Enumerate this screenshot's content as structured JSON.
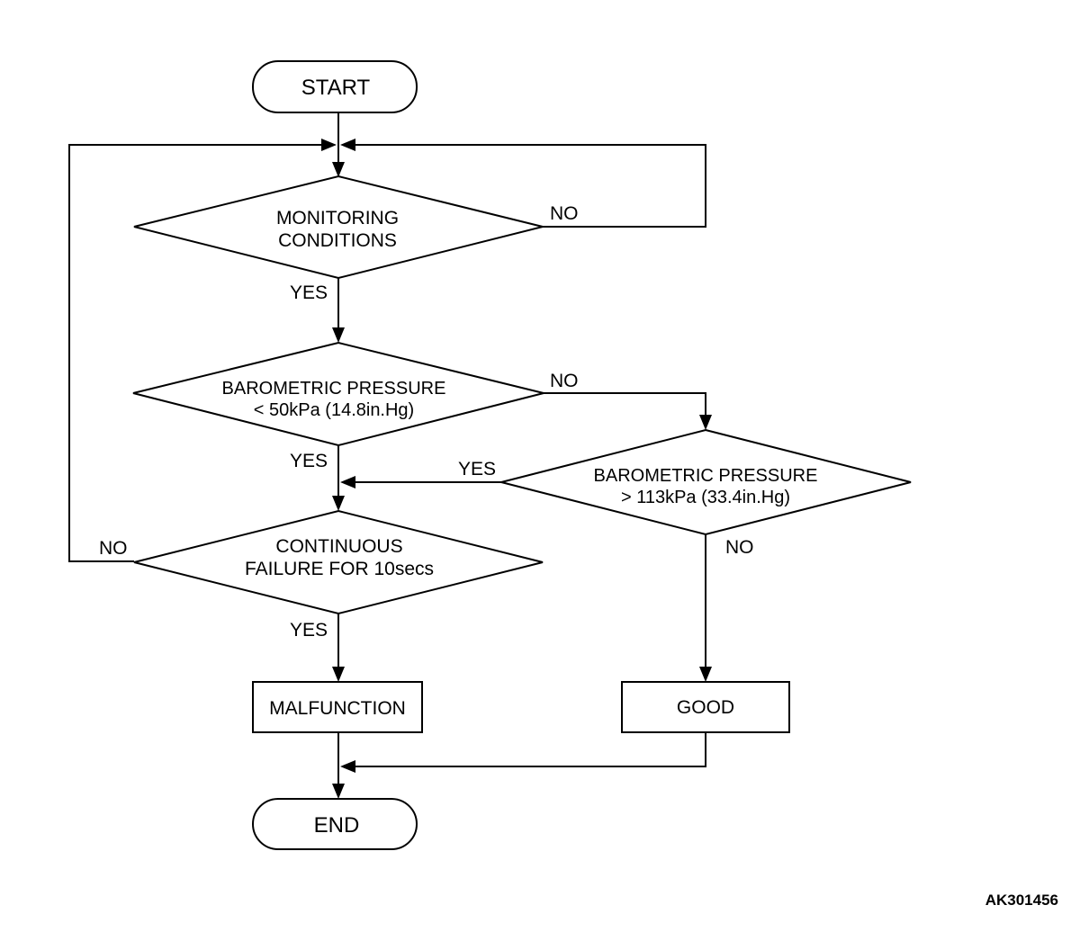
{
  "nodes": {
    "start": "START",
    "monitoring": [
      "MONITORING",
      "CONDITIONS"
    ],
    "baro_low": [
      "BAROMETRIC PRESSURE",
      "< 50kPa (14.8in.Hg)"
    ],
    "baro_high": [
      "BAROMETRIC PRESSURE",
      "> 113kPa (33.4in.Hg)"
    ],
    "continuous": [
      "CONTINUOUS",
      "FAILURE FOR 10secs"
    ],
    "malfunction": "MALFUNCTION",
    "good": "GOOD",
    "end": "END"
  },
  "labels": {
    "monitoring_no": "NO",
    "monitoring_yes": "YES",
    "baro_low_no": "NO",
    "baro_low_yes": "YES",
    "baro_high_yes": "YES",
    "baro_high_no": "NO",
    "continuous_no": "NO",
    "continuous_yes": "YES"
  },
  "figure_id": "AK301456"
}
